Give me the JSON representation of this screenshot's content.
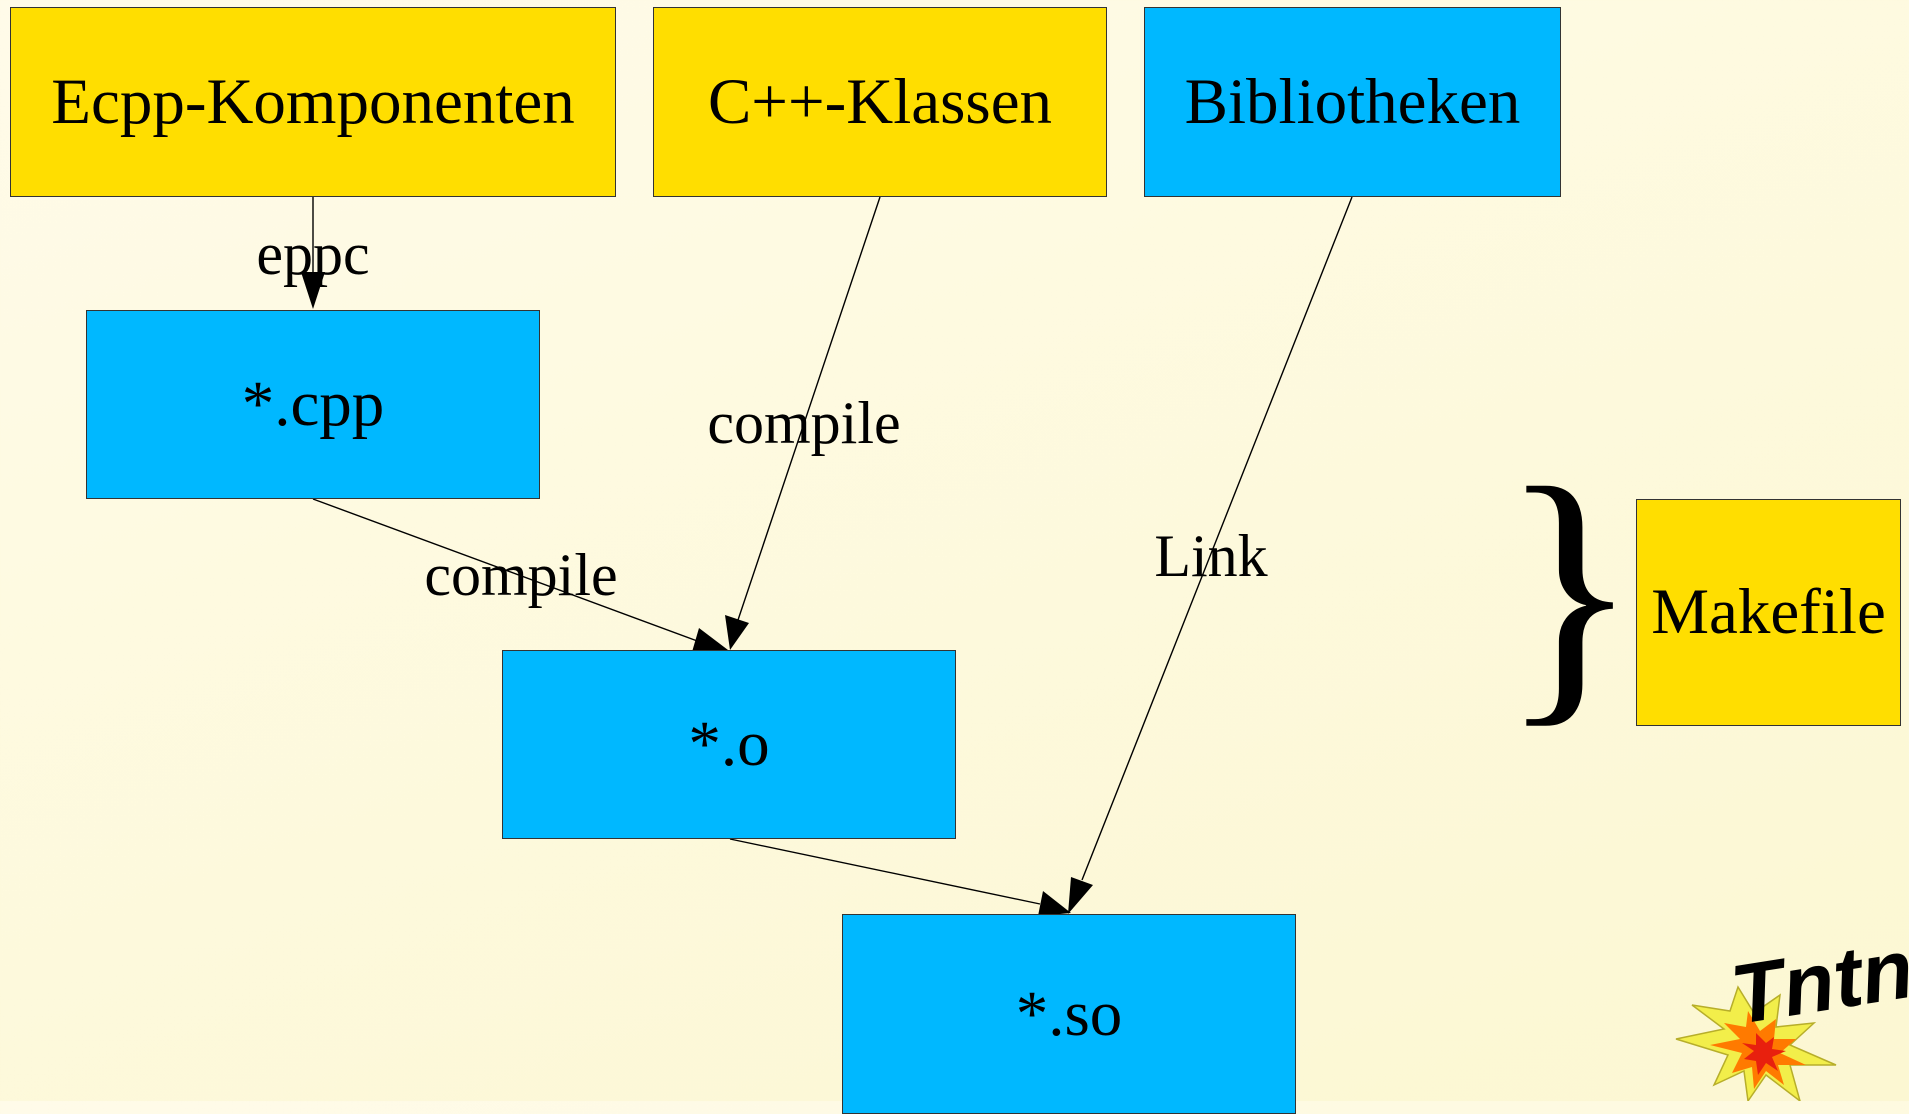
{
  "nodes": {
    "ecpp": "Ecpp-Komponenten",
    "cppclasses": "C++-Klassen",
    "libs": "Bibliotheken",
    "cpp": "*.cpp",
    "obj": "*.o",
    "so": "*.so",
    "makefile": "Makefile"
  },
  "edges": {
    "eppc": "eppc",
    "compile_classes": "compile",
    "compile_cpp": "compile",
    "link": "Link"
  },
  "brace": "}",
  "logo": {
    "text": "Tntnet"
  },
  "colors": {
    "source_box": "#ffde00",
    "artifact_box": "#00b8ff",
    "background": "#fdf9dc"
  }
}
